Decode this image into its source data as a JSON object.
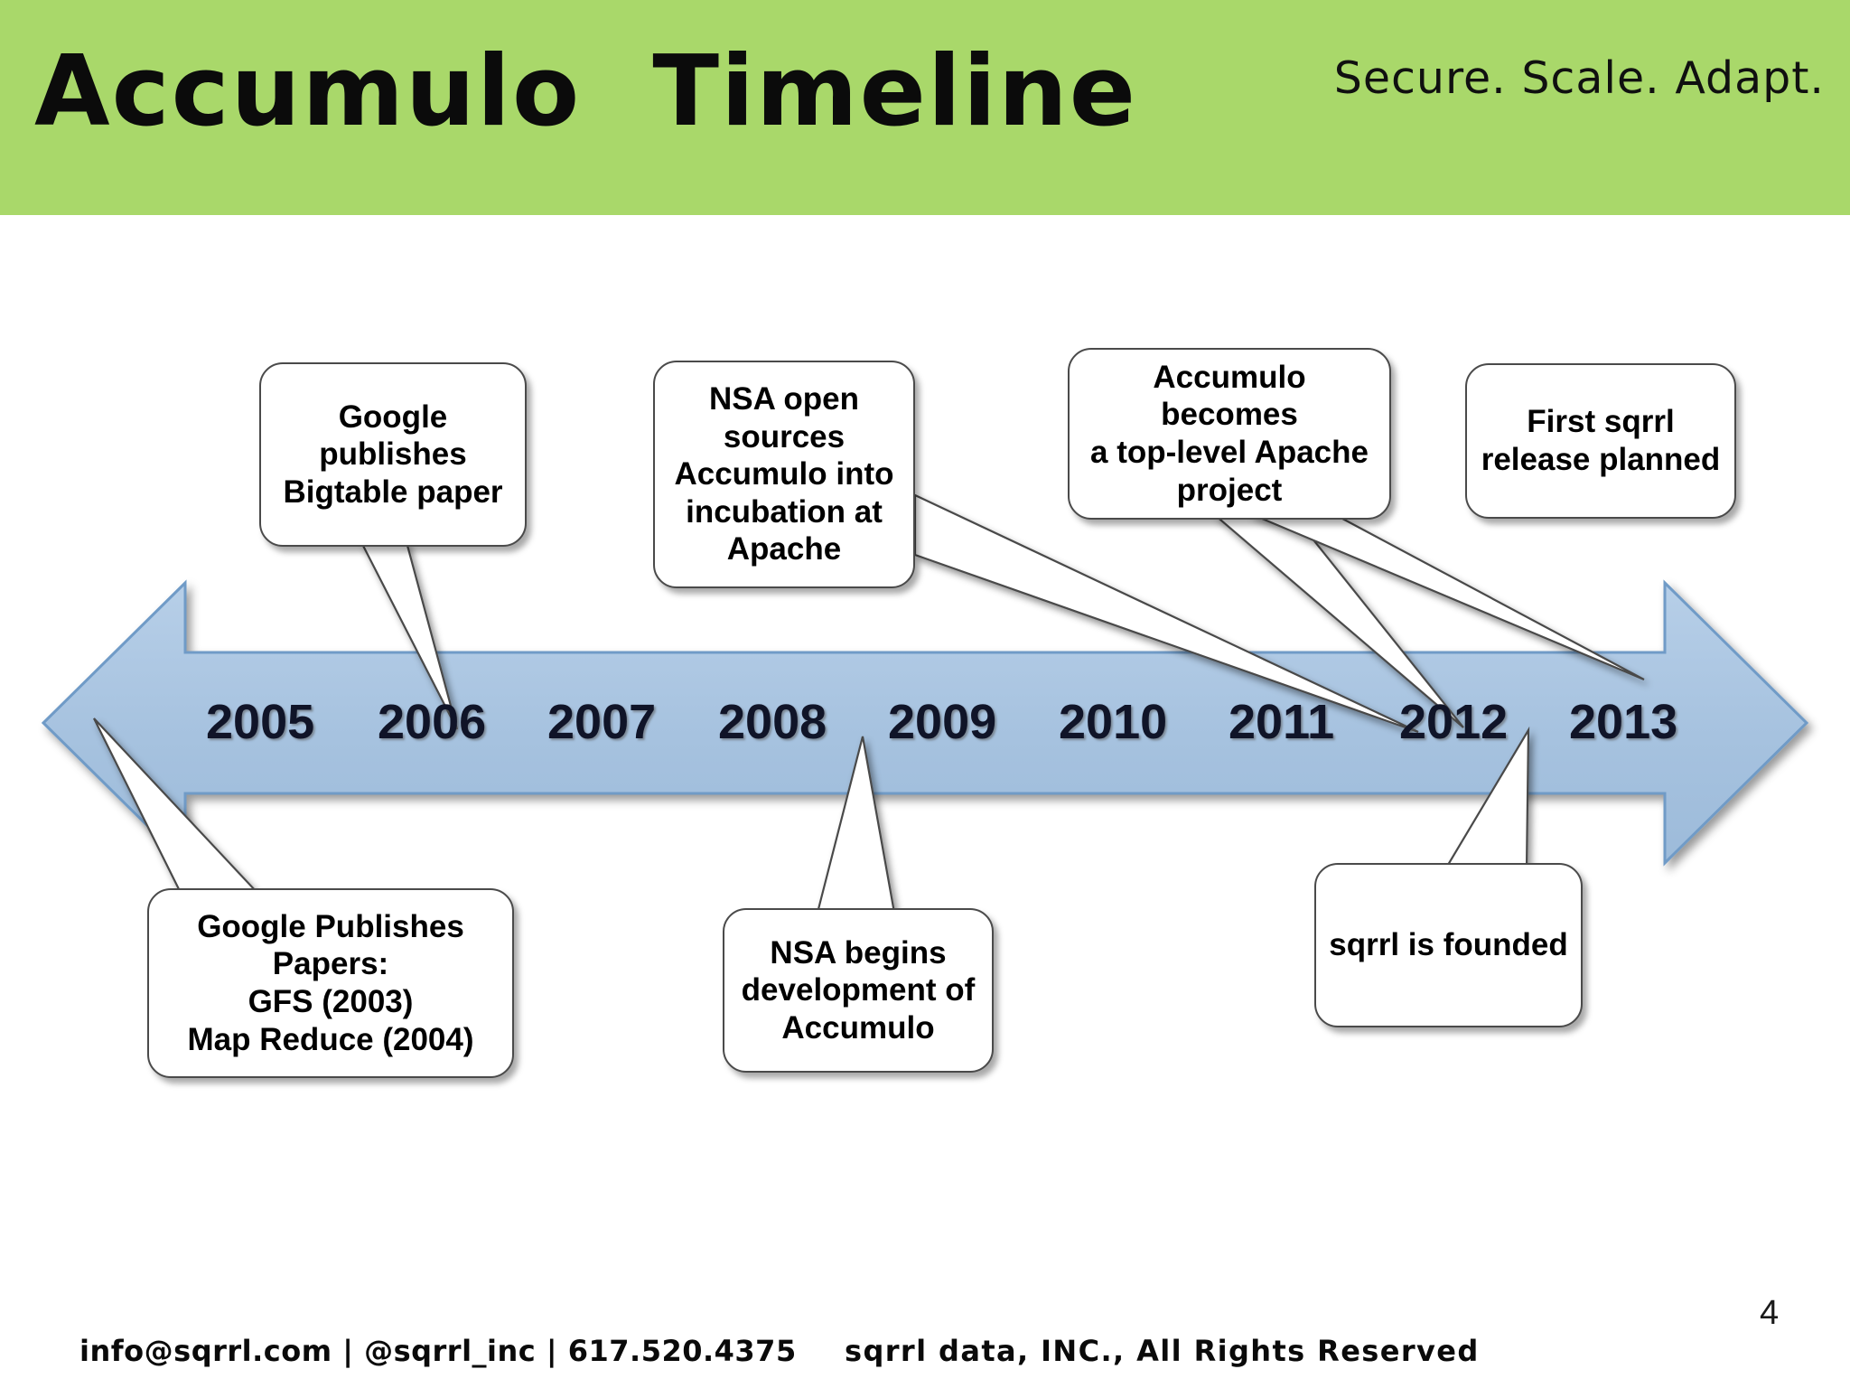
{
  "header": {
    "title": "Accumulo  Timeline",
    "tagline": "Secure. Scale. Adapt.",
    "band_color": "#a9d86a"
  },
  "timeline": {
    "type": "double-headed-arrow",
    "arrow_fill": "#a8c4e0",
    "arrow_stroke": "#6f9bc7",
    "years": [
      "2005",
      "2006",
      "2007",
      "2008",
      "2009",
      "2010",
      "2011",
      "2012",
      "2013"
    ],
    "year_positions_x": [
      212,
      354,
      496,
      637,
      779,
      920,
      1062,
      1203,
      1345
    ]
  },
  "callouts": [
    {
      "id": "google-bigtable",
      "text": "Google\npublishes\nBigtable paper",
      "anchor_year": "2006",
      "placement": "above"
    },
    {
      "id": "nsa-open-sources",
      "text": "NSA open\nsources\nAccumulo into\nincubation at\nApache",
      "anchor_year": "2012",
      "placement": "above"
    },
    {
      "id": "accumulo-top-level",
      "text": "Accumulo becomes\na top-level Apache\nproject",
      "anchor_year": "2012",
      "placement": "above"
    },
    {
      "id": "first-sqrrl-release",
      "text": "First sqrrl\nrelease planned",
      "anchor_year": "2013",
      "placement": "above"
    },
    {
      "id": "google-publishes-papers",
      "text": "Google Publishes\nPapers:\nGFS (2003)\nMap Reduce (2004)",
      "anchor_year": "2004",
      "placement": "below"
    },
    {
      "id": "nsa-begins-development",
      "text": "NSA begins\ndevelopment of\nAccumulo",
      "anchor_year": "2008",
      "placement": "below"
    },
    {
      "id": "sqrrl-founded",
      "text": "sqrrl is founded",
      "anchor_year": "2012",
      "placement": "below"
    }
  ],
  "footer": {
    "contact": "info@sqrrl.com  |  @sqrrl_inc  |  617.520.4375",
    "copyright": "sqrrl data, INC.,   All Rights Reserved",
    "page_number": "4"
  }
}
